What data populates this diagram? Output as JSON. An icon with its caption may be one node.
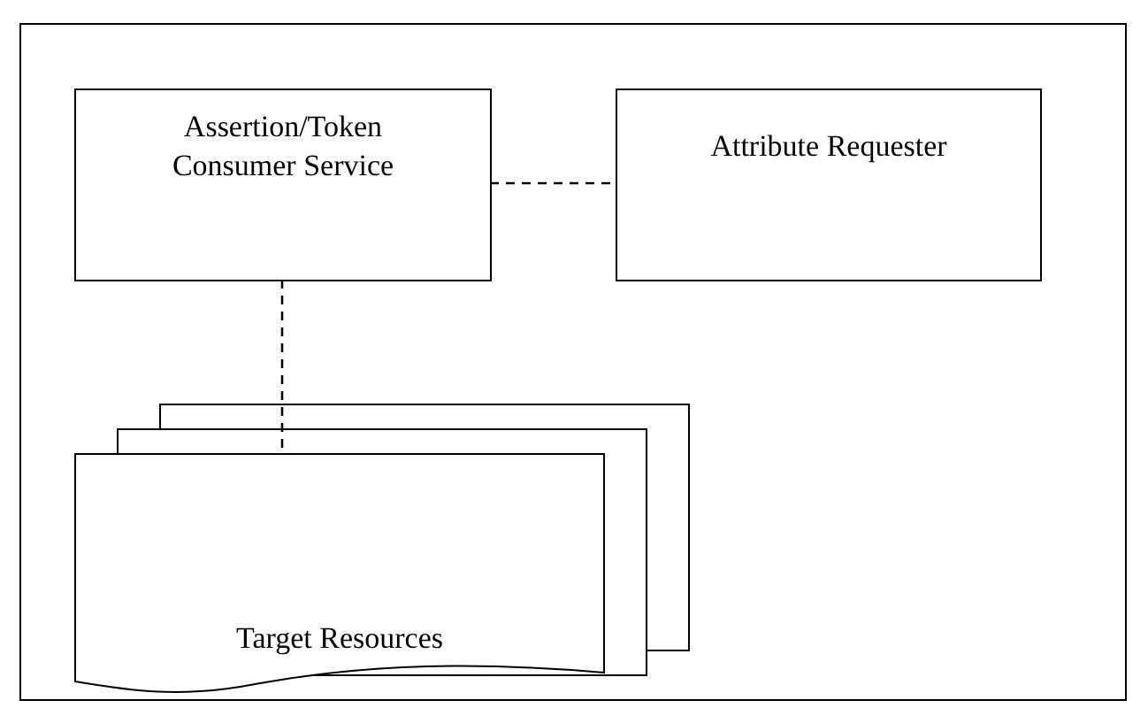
{
  "diagram": {
    "nodes": [
      {
        "text": [],
        "shape": "box"
      },
      {
        "text": [
          "Assertion/Token Consumer Service"
        ],
        "in": 0
      },
      {
        "text": [
          "Attribute Requester"
        ],
        "in": 0
      },
      {
        "text": [
          "Target Resources"
        ],
        "in": 0
      }
    ],
    "edges": [
      {
        "from": 1,
        "to": 2,
        "arrow": "none",
        "style": "dashed"
      },
      {
        "from": 1,
        "to": 3,
        "arrow": "none",
        "style": "dashed"
      }
    ]
  }
}
